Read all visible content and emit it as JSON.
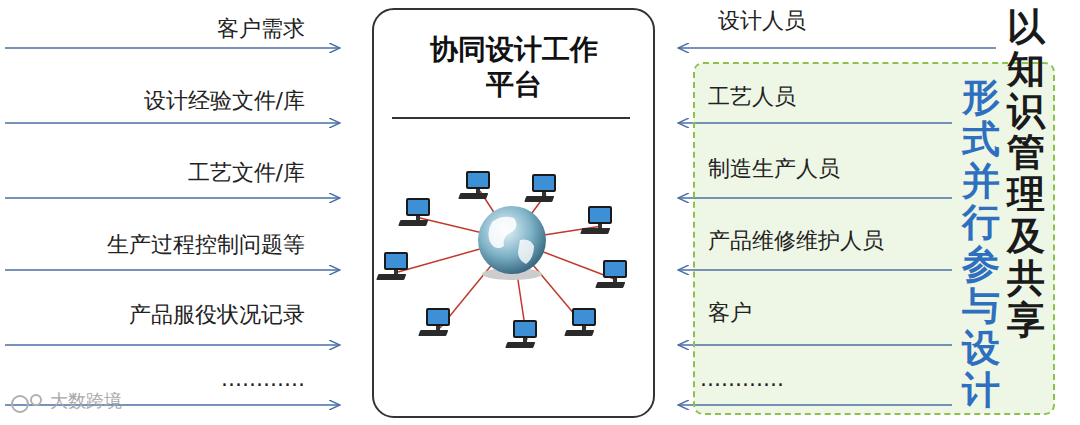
{
  "diagram": {
    "nodes": [
      {
        "text": [
          "协同设计工作平台"
        ]
      },
      {
        "text": [
          "以知识管理及共享",
          "形式并行参与设计"
        ]
      }
    ],
    "labels": [
      "客户需求",
      "设计经验文件/库",
      "工艺文件/库",
      "生产过程控制问题等",
      "产品服役状况记录",
      "............",
      "设计人员",
      "工艺人员",
      "制造生产人员",
      "产品维修维护人员",
      "客户",
      "............",
      "大数跨境"
    ]
  }
}
